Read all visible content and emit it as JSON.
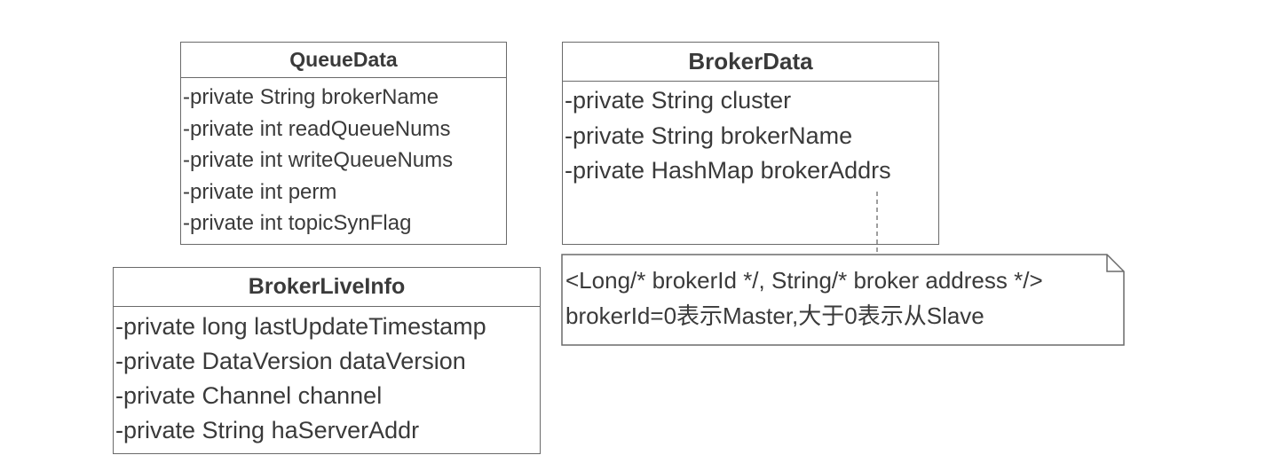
{
  "classes": {
    "queue_data": {
      "name": "QueueData",
      "attributes": [
        "-private String brokerName",
        "-private int readQueueNums",
        "-private int writeQueueNums",
        "-private int perm",
        "-private int topicSynFlag"
      ]
    },
    "broker_data": {
      "name": "BrokerData",
      "attributes": [
        "-private String cluster",
        "-private String brokerName",
        "-private HashMap brokerAddrs"
      ]
    },
    "broker_live_info": {
      "name": "BrokerLiveInfo",
      "attributes": [
        "-private long lastUpdateTimestamp",
        "-private DataVersion dataVersion",
        "-private Channel channel",
        "-private String haServerAddr"
      ]
    }
  },
  "note": {
    "lines": [
      "<Long/* brokerId */, String/* broker address */>",
      "brokerId=0表示Master,大于0表示从Slave"
    ]
  }
}
